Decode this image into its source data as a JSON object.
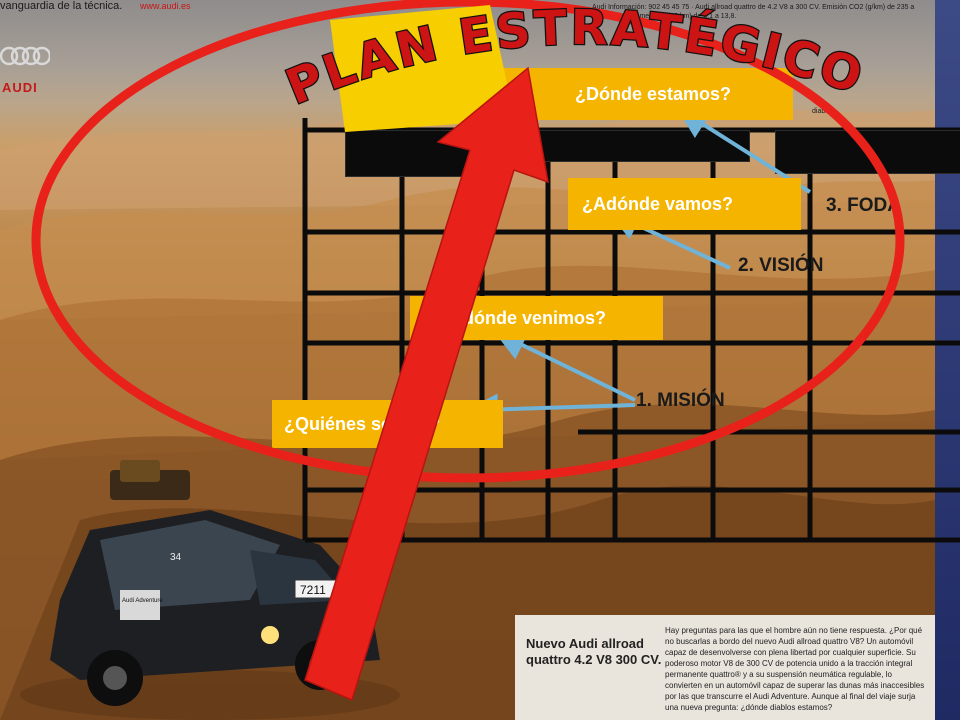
{
  "slide": {
    "title": "PLAN ESTRATÉGICO",
    "questions": {
      "donde_estamos": "¿Dónde estamos?",
      "adonde_vamos": "¿Adónde vamos?",
      "de_donde_venimos": "¿De dónde venimos?",
      "quienes_somos": "¿Quiénes somos?"
    },
    "steps": {
      "mision": "1. MISIÓN",
      "vision": "2. VISIÓN",
      "foda": "3. FODA"
    }
  },
  "ad": {
    "header": "vanguardia de la técnica.",
    "header_red": "www.audi.es",
    "brand": "AUDI",
    "fine_print": "Audi Información: 902 45 45 75 · Audi allroad quattro de 4.2 V8 a 300 CV. Emisión CO2 (g/km) de 235 a 331. Consumo medio (l/100 km) de 6,1 a 13,8.",
    "fine_print_2": "diablos",
    "plate": "7211",
    "door_logo": "Audi Adventure",
    "car_number": "34",
    "car_title": "Nuevo Audi allroad quattro 4.2 V8 300 CV.",
    "car_body": "Hay preguntas para las que el hombre aún no tiene respuesta. ¿Por qué no buscarlas a bordo del nuevo Audi allroad quattro V8? Un automóvil capaz de desenvolverse con plena libertad por cualquier superficie. Su poderoso motor V8 de 300 CV de potencia unido a la tracción integral permanente quattro® y a su suspensión neumática regulable, lo convierten en un automóvil capaz de superar las dunas más inaccesibles por las que transcurre el Audi Adventure. Aunque al final del viaje surja una nueva pregunta: ¿dónde diablos estamos?"
  },
  "colors": {
    "accent_red": "#e8211a",
    "question_yellow": "#f5b400",
    "title_red": "#cc1414",
    "title_bg_yellow": "#f7ce00",
    "arrow_blue": "#6fb3d8"
  }
}
